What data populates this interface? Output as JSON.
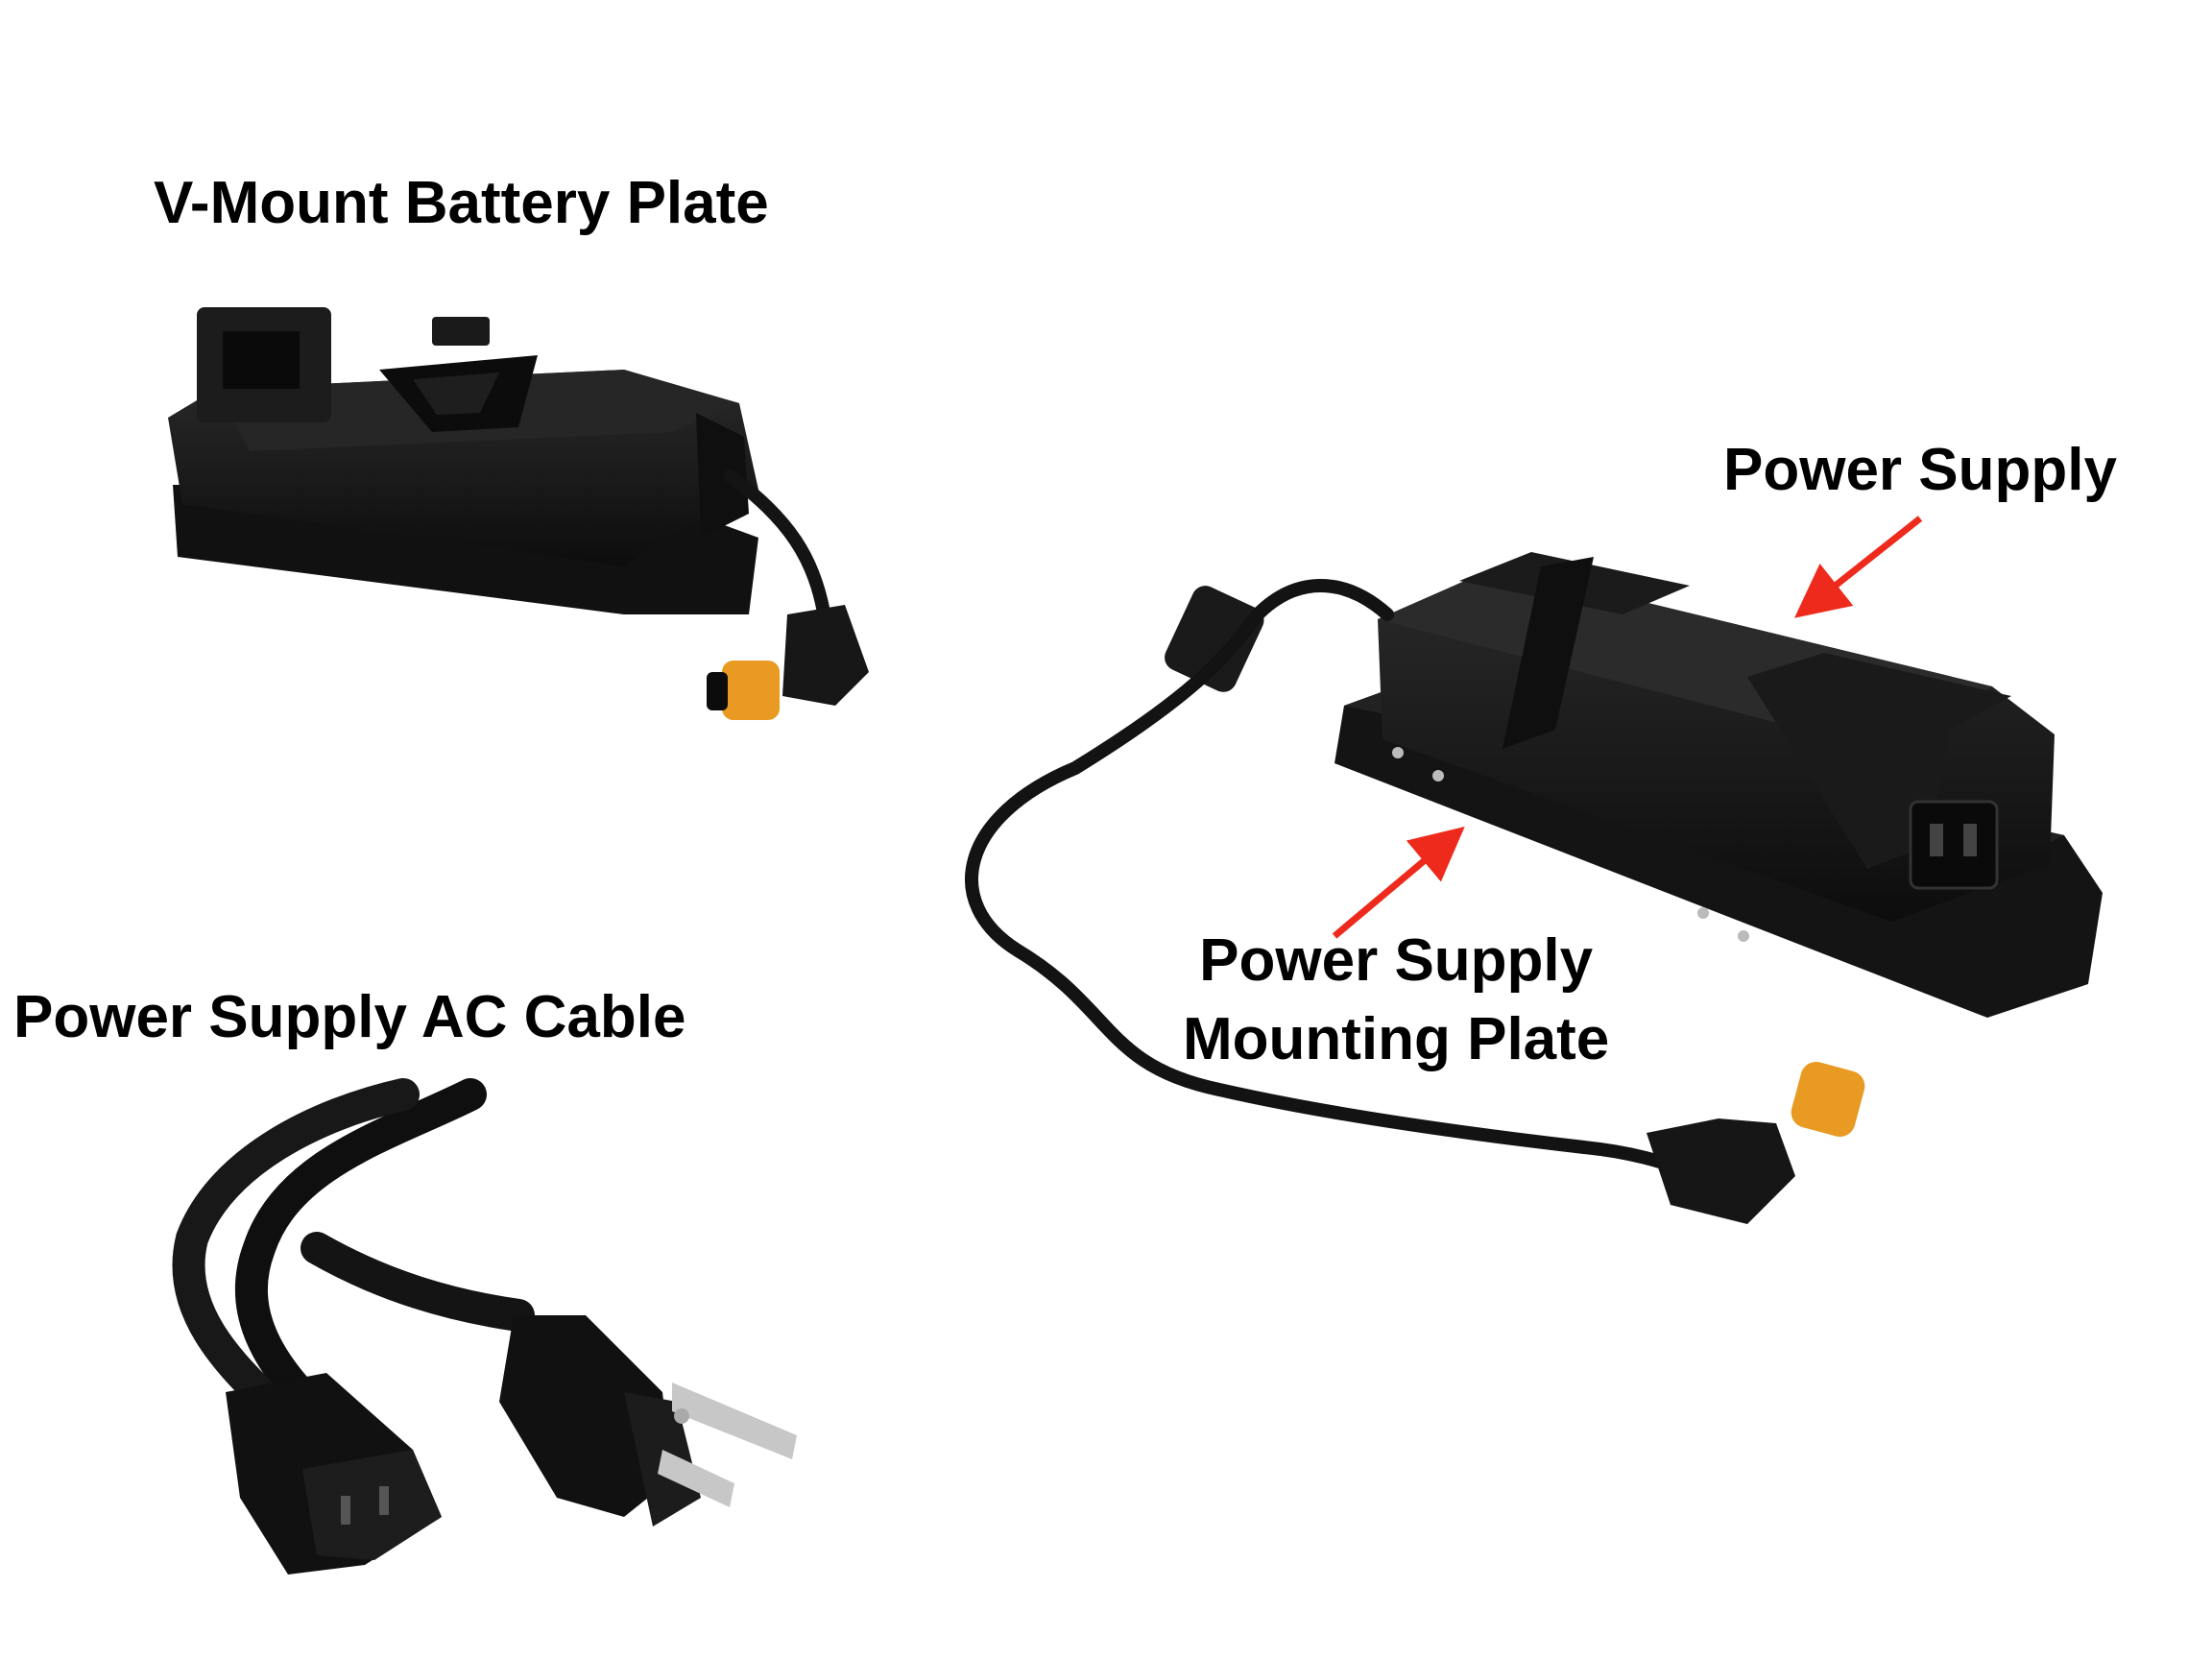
{
  "labels": {
    "vmount_plate": "V-Mount Battery Plate",
    "power_supply": "Power Supply",
    "mounting_plate_line1": "Power Supply",
    "mounting_plate_line2": "Mounting Plate",
    "ac_cable": "Power Supply AC Cable"
  },
  "colors": {
    "background": "#ffffff",
    "product_black": "#151515",
    "connector_orange": "#e89a22",
    "arrow_red": "#ee2a1c",
    "text": "#000000"
  }
}
